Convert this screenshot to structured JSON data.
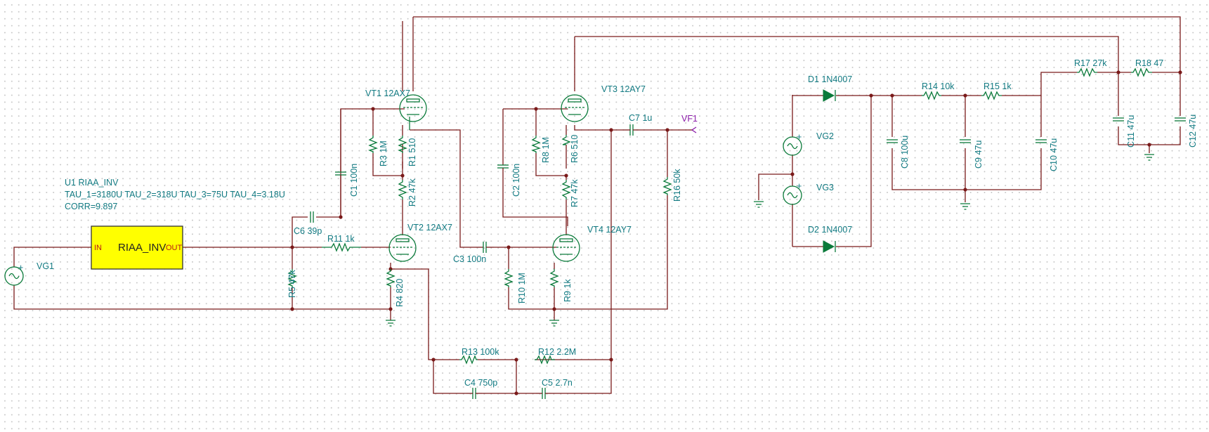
{
  "block": {
    "name": "U1 RIAA_INV",
    "params": "TAU_1=3180U TAU_2=318U TAU_3=75U TAU_4=3.18U",
    "corr": "CORR=9.897",
    "title": "RIAA_INV",
    "pin_in": "IN",
    "pin_out": "OUT",
    "fill_color": "#ffff00"
  },
  "sources": {
    "vg1": "VG1",
    "vg2": "VG2",
    "vg3": "VG3"
  },
  "tubes": {
    "vt1": "VT1 12AX7",
    "vt2": "VT2 12AX7",
    "vt3": "VT3 12AY7",
    "vt4": "VT4 12AY7"
  },
  "resistors": {
    "r1": "R1 510",
    "r2": "R2 47k",
    "r3": "R3 1M",
    "r4": "R4 820",
    "r5": "R5 47k",
    "r6": "R6 510",
    "r7": "R7 47k",
    "r8": "R8 1M",
    "r9": "R9 1k",
    "r10": "R10 1M",
    "r11": "R11 1k",
    "r12": "R12 2.2M",
    "r13": "R13 100k",
    "r14": "R14 10k",
    "r15": "R15 1k",
    "r16": "R16 50k",
    "r17": "R17 27k",
    "r18": "R18 47"
  },
  "capacitors": {
    "c1": "C1 100n",
    "c2": "C2 100n",
    "c3": "C3 100n",
    "c4": "C4 750p",
    "c5": "C5 2.7n",
    "c6": "C6 39p",
    "c7": "C7 1u",
    "c8": "C8 100u",
    "c9": "C9 47u",
    "c10": "C10 47u",
    "c11": "C11 47u",
    "c12": "C12 47u"
  },
  "diodes": {
    "d1": "D1 1N4007",
    "d2": "D2 1N4007"
  },
  "output": {
    "vf1": "VF1"
  },
  "colors": {
    "wire": "#7a1a1a",
    "part": "#0a7a3a",
    "label": "#127a82",
    "meter": "#8a1aa8",
    "pin": "#b81818"
  }
}
